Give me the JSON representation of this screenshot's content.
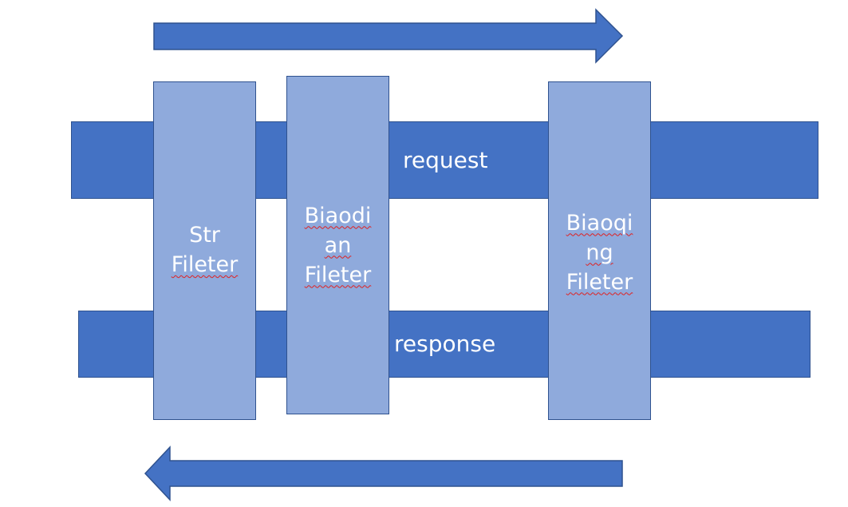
{
  "diagram": {
    "request_label": "request",
    "response_label": "response",
    "filters": [
      {
        "lines": [
          "Str",
          "Fileter"
        ]
      },
      {
        "lines": [
          "Biaodi",
          "an",
          "Fileter"
        ]
      },
      {
        "lines": [
          "Biaoqi",
          "ng",
          "Fileter"
        ]
      }
    ],
    "colors": {
      "band": "#4472c4",
      "filter": "#8faadc",
      "border": "#2f528f",
      "text": "#ffffff"
    }
  }
}
